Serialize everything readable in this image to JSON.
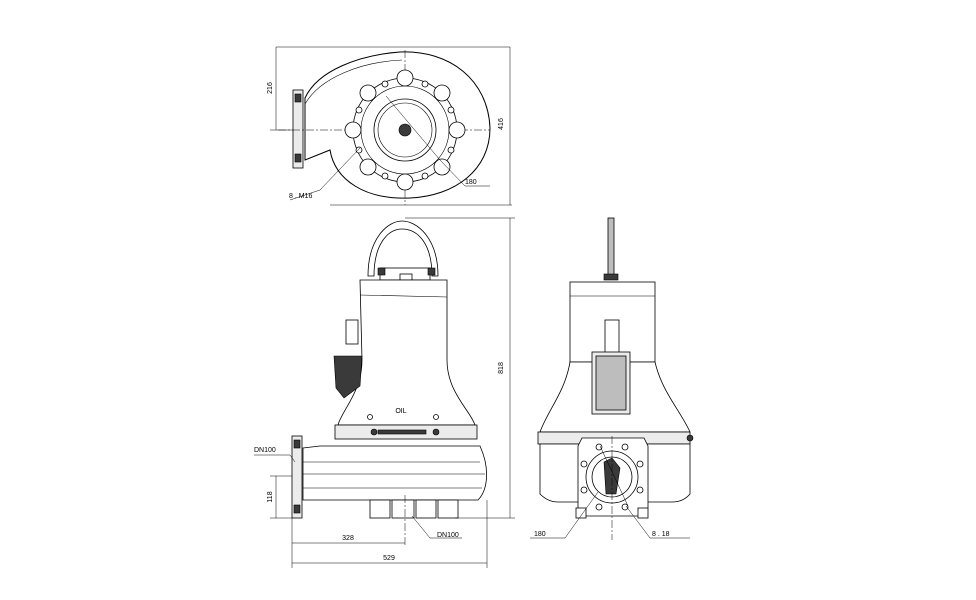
{
  "top_view": {
    "dim_height_upper": "216",
    "dim_height_total": "416",
    "label_bolts": "8 . M16",
    "label_pcd": "180"
  },
  "side_view": {
    "label_outlet": "DN100",
    "label_inlet": "DN100",
    "dim_height": "818",
    "dim_outlet_height": "118",
    "dim_outlet_offset": "328",
    "dim_overall_width": "529",
    "housing_text": "OIL"
  },
  "front_view": {
    "label_pcd": "180",
    "label_bolts": "8 . 18"
  }
}
